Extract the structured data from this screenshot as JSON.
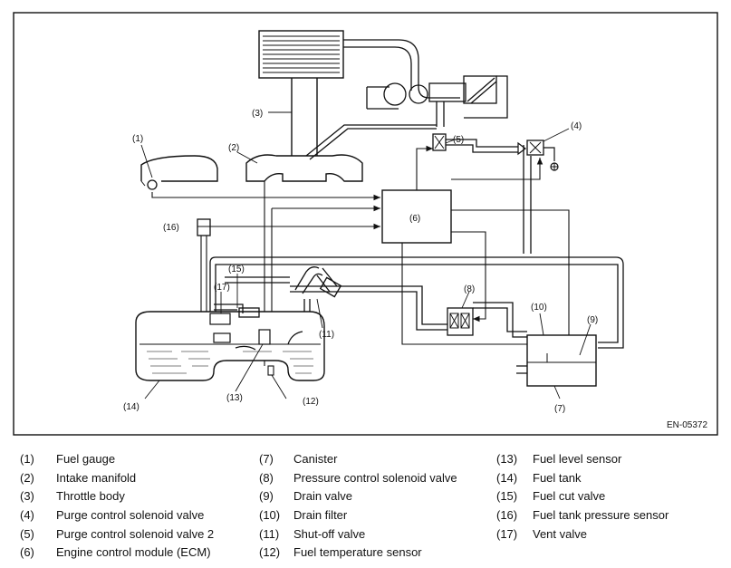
{
  "figure_code": "EN-05372",
  "callouts": [
    "(1)",
    "(2)",
    "(3)",
    "(4)",
    "(5)",
    "(6)",
    "(7)",
    "(8)",
    "(9)",
    "(10)",
    "(11)",
    "(12)",
    "(13)",
    "(14)",
    "(15)",
    "(16)",
    "(17)"
  ],
  "legend": [
    {
      "num": "(1)",
      "label": "Fuel gauge"
    },
    {
      "num": "(2)",
      "label": "Intake manifold"
    },
    {
      "num": "(3)",
      "label": "Throttle body"
    },
    {
      "num": "(4)",
      "label": "Purge control solenoid valve"
    },
    {
      "num": "(5)",
      "label": "Purge control solenoid valve 2"
    },
    {
      "num": "(6)",
      "label": "Engine control module (ECM)"
    },
    {
      "num": "(7)",
      "label": "Canister"
    },
    {
      "num": "(8)",
      "label": "Pressure control solenoid valve"
    },
    {
      "num": "(9)",
      "label": "Drain valve"
    },
    {
      "num": "(10)",
      "label": "Drain filter"
    },
    {
      "num": "(11)",
      "label": "Shut-off valve"
    },
    {
      "num": "(12)",
      "label": "Fuel temperature sensor"
    },
    {
      "num": "(13)",
      "label": "Fuel level sensor"
    },
    {
      "num": "(14)",
      "label": "Fuel tank"
    },
    {
      "num": "(15)",
      "label": "Fuel cut valve"
    },
    {
      "num": "(16)",
      "label": "Fuel tank pressure sensor"
    },
    {
      "num": "(17)",
      "label": "Vent valve"
    }
  ]
}
